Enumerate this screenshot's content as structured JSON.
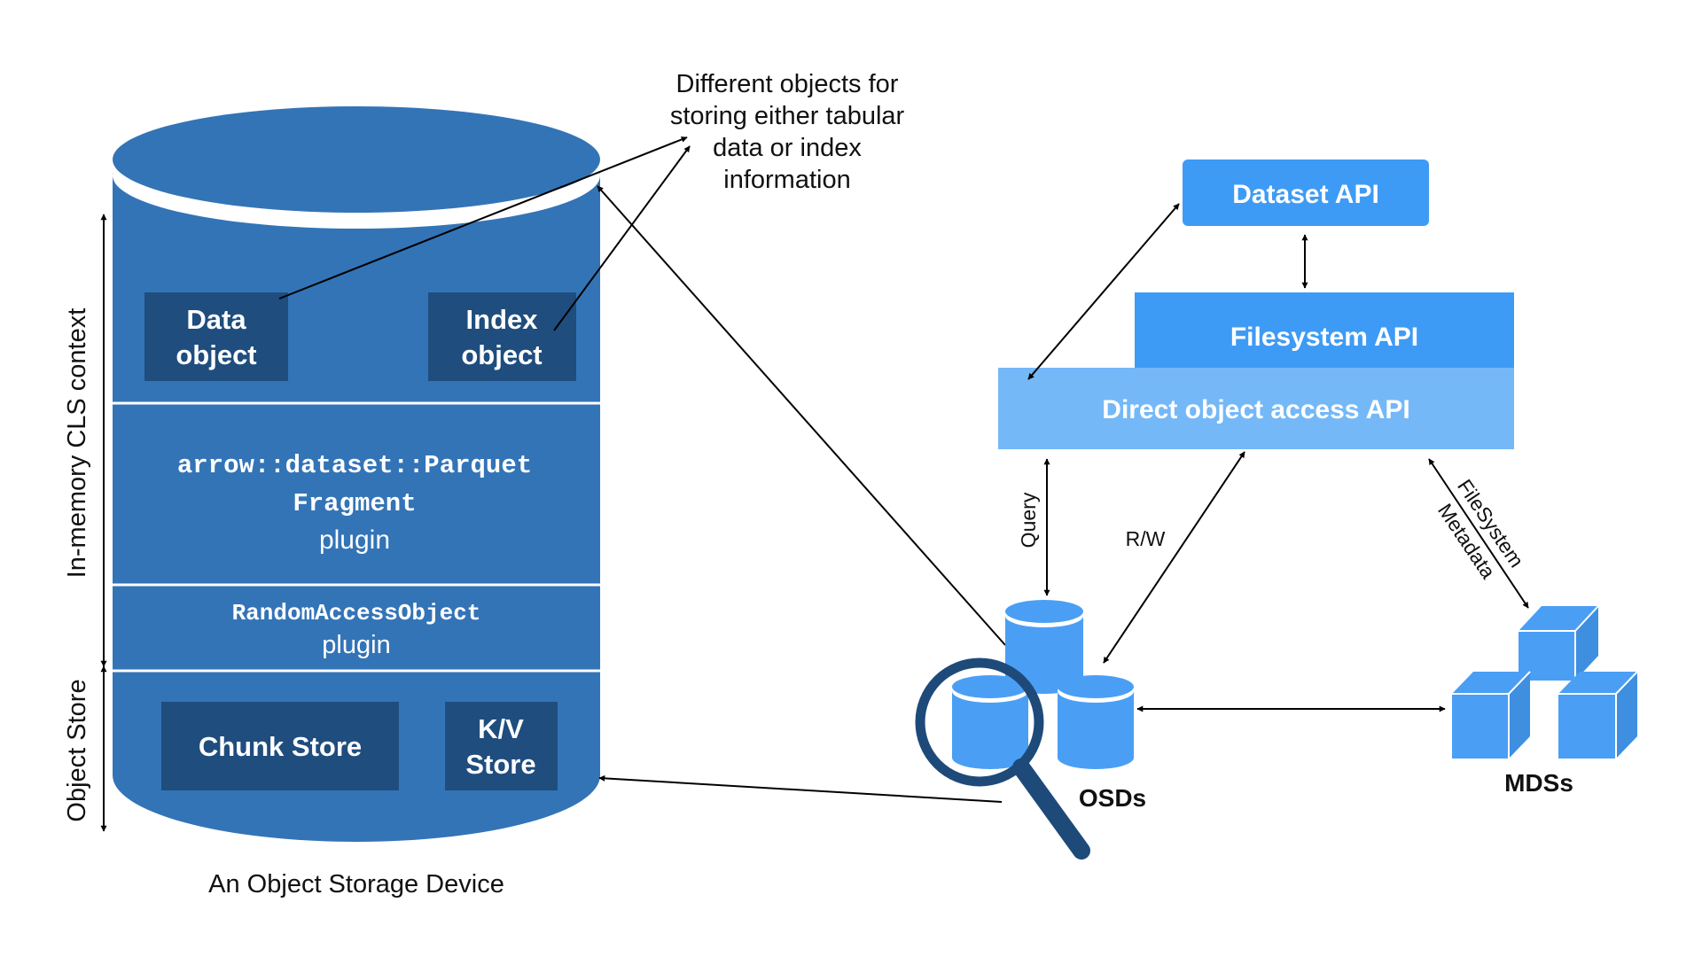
{
  "annotation": {
    "lines": [
      "Different objects for",
      "storing either tabular",
      "data or index",
      "information"
    ]
  },
  "device": {
    "caption": "An Object Storage Device",
    "data_object": [
      "Data",
      "object"
    ],
    "index_object": [
      "Index",
      "object"
    ],
    "parquet_plugin": [
      "arrow::dataset::Parquet",
      "Fragment",
      "plugin"
    ],
    "random_access_plugin": [
      "RandomAccessObject",
      "plugin"
    ],
    "chunk_store": "Chunk Store",
    "kv_store": [
      "K/V",
      "Store"
    ]
  },
  "side_labels": {
    "cls_context": "In-memory CLS context",
    "object_store": "Object Store"
  },
  "apis": {
    "dataset": "Dataset API",
    "filesystem": "Filesystem API",
    "direct_object": "Direct object access API"
  },
  "edges": {
    "query": "Query",
    "rw": "R/W",
    "fs_metadata": [
      "FileSystem",
      "Metadata"
    ]
  },
  "nodes": {
    "osds": "OSDs",
    "mdss": "MDSs"
  },
  "colors": {
    "device_blue": "#3374B7",
    "device_dark": "#1F4D7E",
    "api_blue": "#3E9BF5",
    "api_light": "#74B8F7",
    "osd_blue": "#4A9FF5",
    "magnifier": "#1E4A7A"
  }
}
